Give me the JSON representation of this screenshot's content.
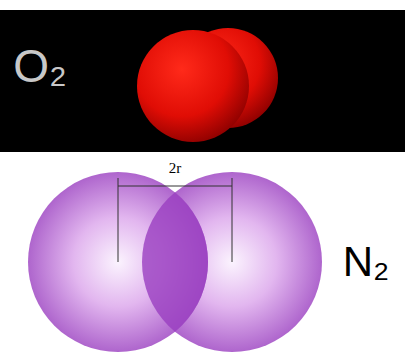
{
  "diagram": {
    "labels": [
      "O₂",
      "2r",
      "N₂"
    ]
  }
}
